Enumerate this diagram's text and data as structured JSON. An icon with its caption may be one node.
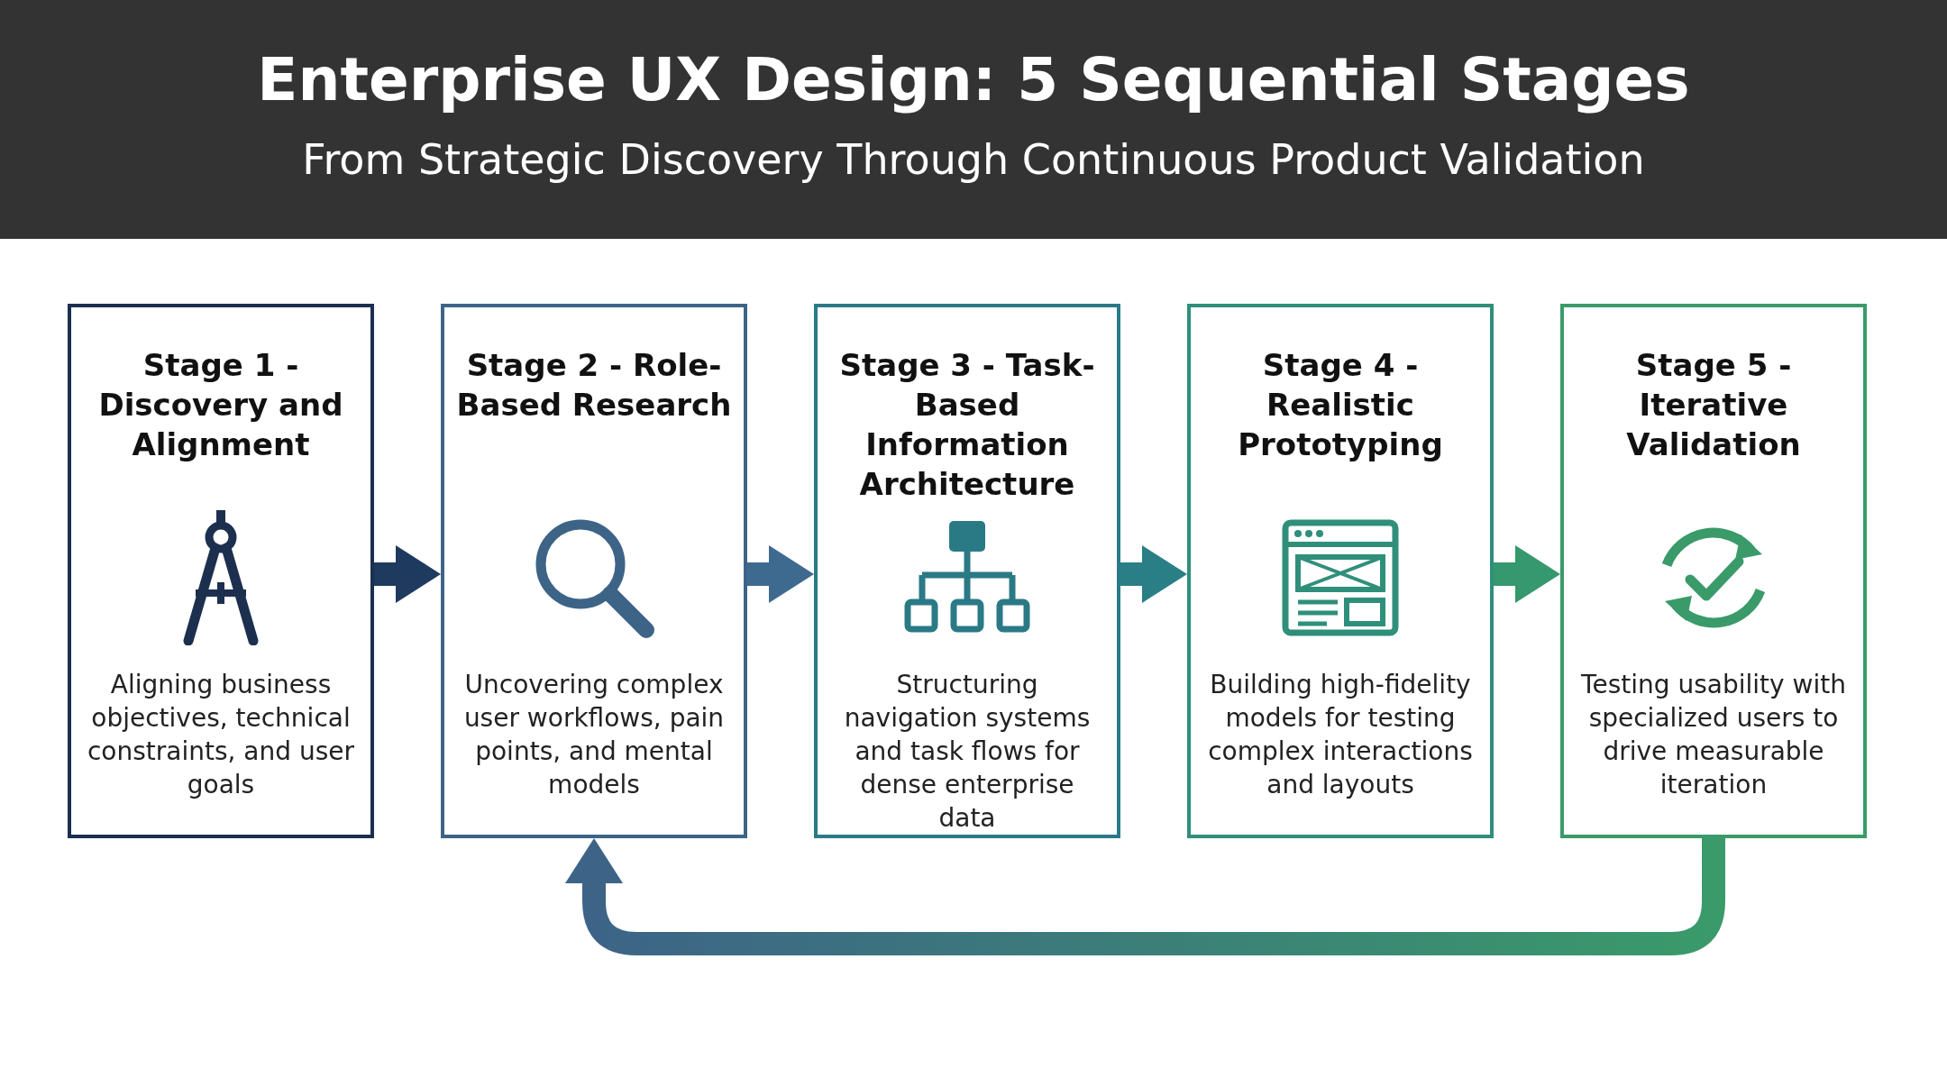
{
  "diagram": {
    "title": "Enterprise UX Design: 5 Sequential Stages",
    "caption": "From Strategic Discovery Through Continuous Product Validation",
    "nodes": [
      {
        "text": [
          "Stage 1 - Discovery and Alignment",
          "Aligning business objectives, technical constraints, and user goals"
        ]
      },
      {
        "text": [
          "Stage 2 - Role-Based Research",
          "Uncovering complex user workflows, pain points, and mental models"
        ]
      },
      {
        "text": [
          "Stage 3 - Task-Based Information Architecture",
          "Structuring navigation systems and task flows for dense enterprise data"
        ]
      },
      {
        "text": [
          "Stage 4 - Realistic Prototyping",
          "Building high-fidelity models for testing complex interactions and layouts"
        ]
      },
      {
        "text": [
          "Stage 5 - Iterative Validation",
          "Testing usability with specialized users to drive measurable iteration"
        ]
      }
    ],
    "edges": [
      {
        "from": 0,
        "to": 1,
        "arrow": "to",
        "color": "#1f3a5f"
      },
      {
        "from": 1,
        "to": 2,
        "arrow": "to",
        "color": "#3f6a8f"
      },
      {
        "from": 2,
        "to": 3,
        "arrow": "to",
        "color": "#2a7f86"
      },
      {
        "from": 3,
        "to": 4,
        "arrow": "to",
        "color": "#35986e"
      },
      {
        "from": 4,
        "to": 1,
        "arrow": "to",
        "color": "#3a9a6a"
      }
    ]
  }
}
